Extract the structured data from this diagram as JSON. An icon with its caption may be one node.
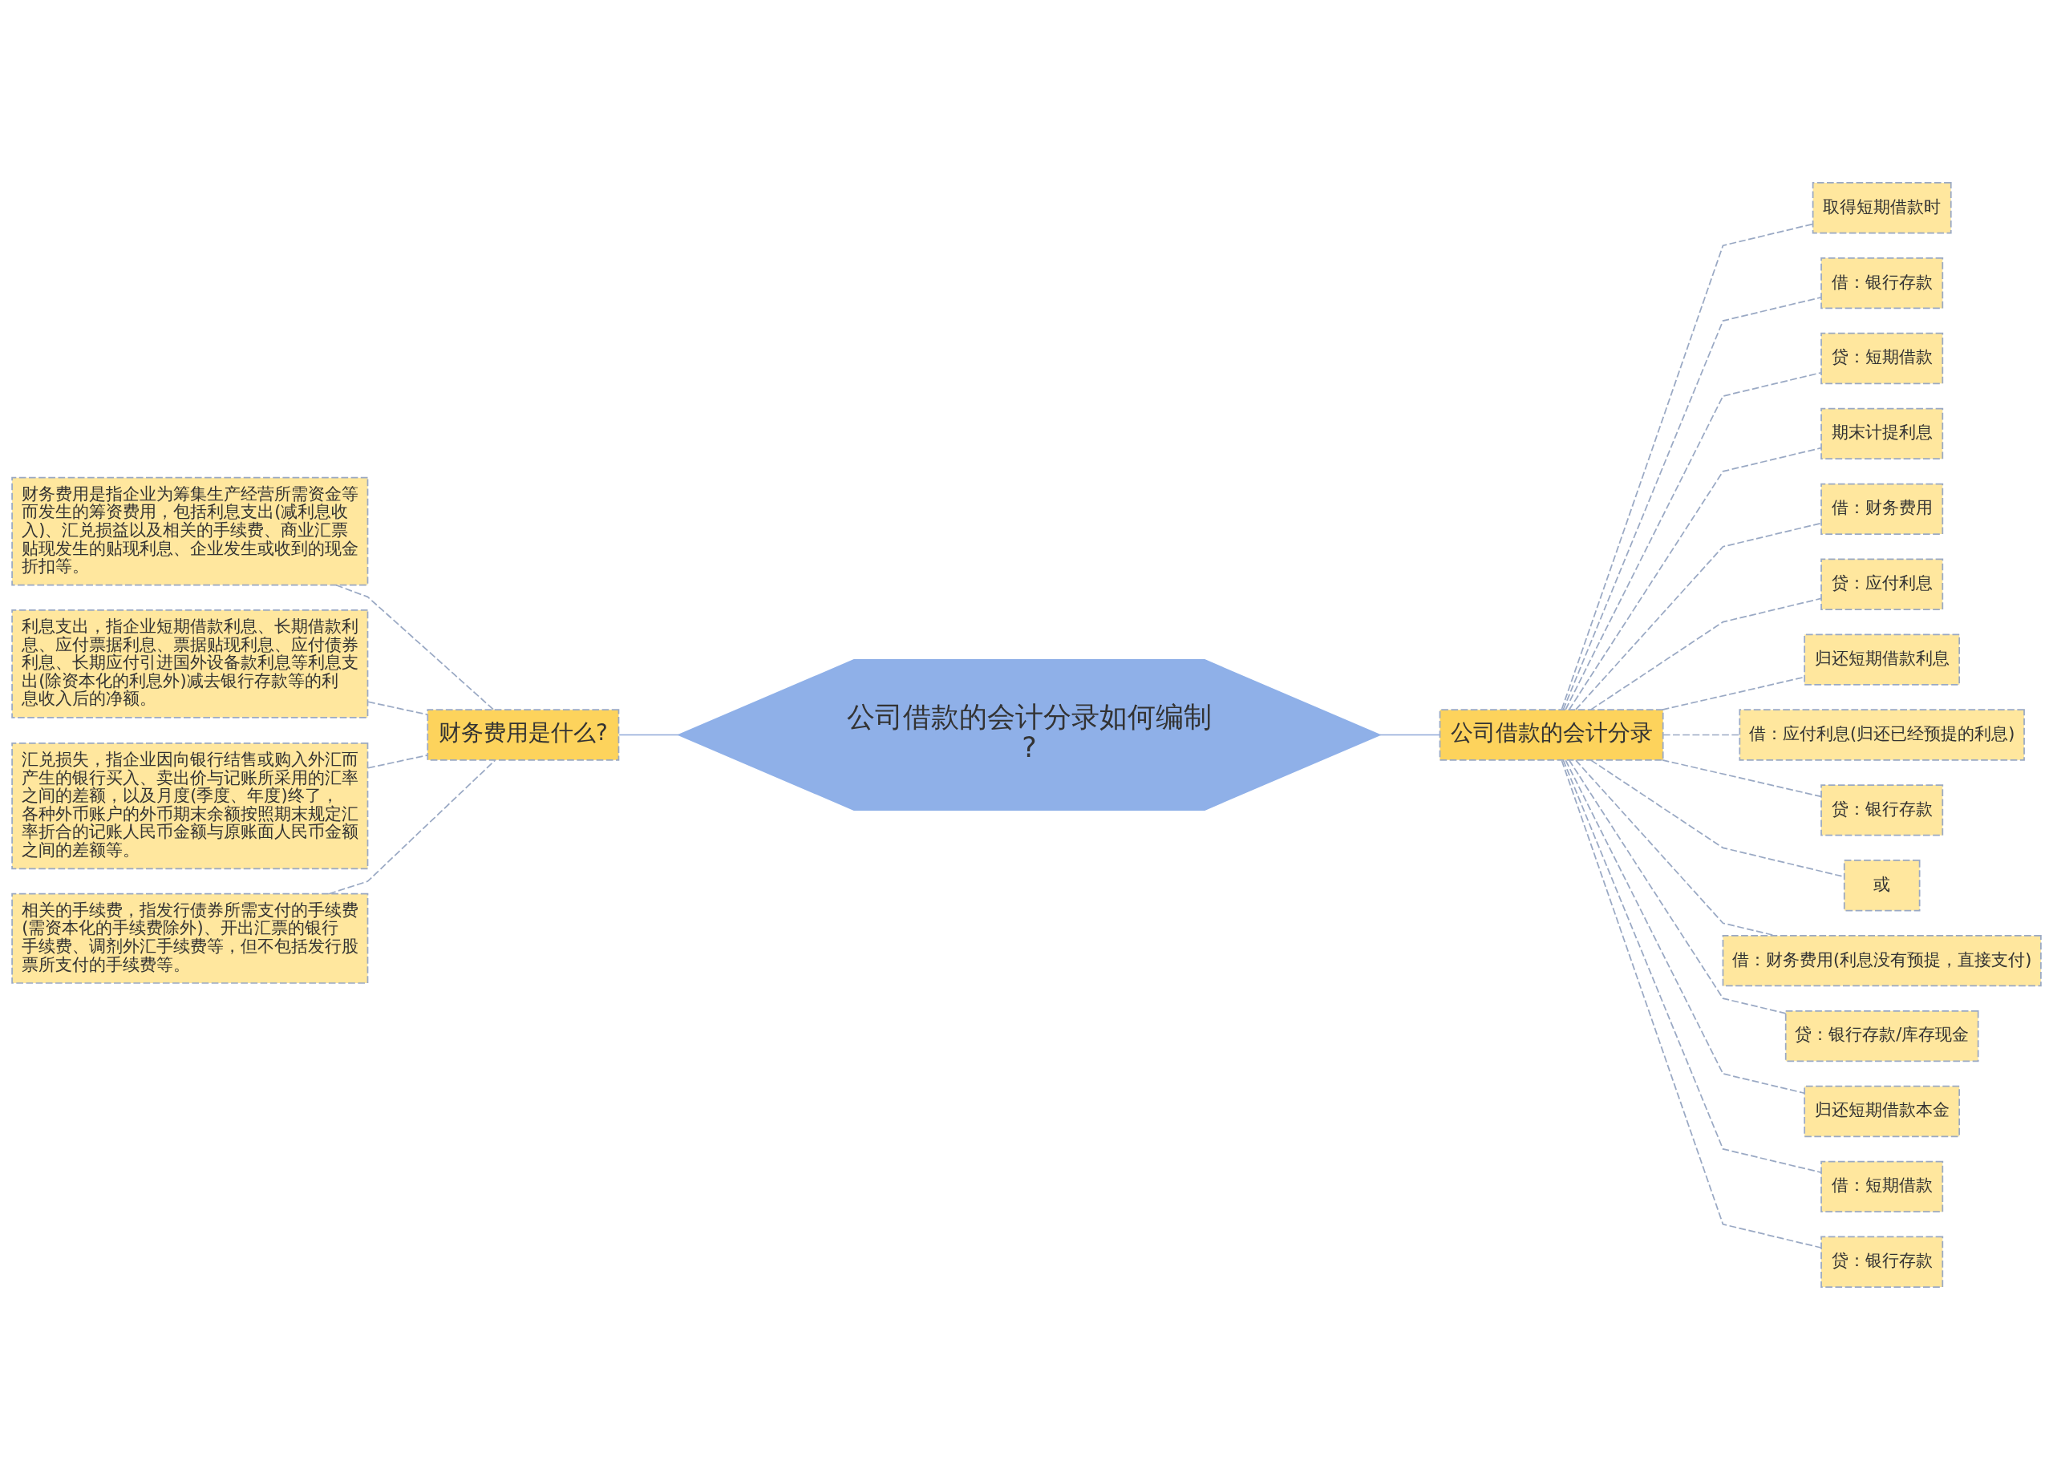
{
  "diagram": {
    "nodes": [
      {
        "text": [
          "公司借款的会计分录如何编制?"
        ]
      },
      {
        "text": [
          "财务费用是什么?"
        ]
      },
      {
        "text": [
          "财务费用是指企业为筹集生产经营所需资金等而发生的筹资费用，包括利息支出(减利息收入)、汇兑损益以及相关的手续费、商业汇票贴现发生的贴现利息、企业发生或收到的现金折扣等。"
        ]
      },
      {
        "text": [
          "利息支出，指企业短期借款利息、长期借款利息、应付票据利息、票据贴现利息、应付债券利息、长期应付引进国外设备款利息等利息支出(除资本化的利息外)减去银行存款等的利息收入后的净额。"
        ]
      },
      {
        "text": [
          "汇兑损失，指企业因向银行结售或购入外汇而产生的银行买入、卖出价与记账所采用的汇率之间的差额，以及月度(季度、年度)终了，各种外币账户的外币期末余额按照期末规定汇率折合的记账人民币金额与原账面人民币金额之间的差额等。"
        ]
      },
      {
        "text": [
          "相关的手续费，指发行债券所需支付的手续费(需资本化的手续费除外)、开出汇票的银行手续费、调剂外汇手续费等，但不包括发行股票所支付的手续费等。"
        ]
      },
      {
        "text": [
          "公司借款的会计分录"
        ]
      },
      {
        "text": [
          "取得短期借款时"
        ]
      },
      {
        "text": [
          "借：银行存款"
        ]
      },
      {
        "text": [
          "贷：短期借款"
        ]
      },
      {
        "text": [
          "期末计提利息"
        ]
      },
      {
        "text": [
          "借：财务费用"
        ]
      },
      {
        "text": [
          "贷：应付利息"
        ]
      },
      {
        "text": [
          "归还短期借款利息"
        ]
      },
      {
        "text": [
          "借：应付利息(归还已经预提的利息)"
        ]
      },
      {
        "text": [
          "贷：银行存款"
        ]
      },
      {
        "text": [
          "或"
        ]
      },
      {
        "text": [
          "借：财务费用(利息没有预提，直接支付)"
        ]
      },
      {
        "text": [
          "贷：银行存款/库存现金"
        ]
      },
      {
        "text": [
          "归还短期借款本金"
        ]
      },
      {
        "text": [
          "借：短期借款"
        ]
      },
      {
        "text": [
          "贷：银行存款"
        ]
      }
    ],
    "edges": [
      {
        "from": 0,
        "to": 1,
        "arrow": "none"
      },
      {
        "from": 1,
        "to": 2,
        "arrow": "none",
        "style": "dashed"
      },
      {
        "from": 1,
        "to": 3,
        "arrow": "none",
        "style": "dashed"
      },
      {
        "from": 1,
        "to": 4,
        "arrow": "none",
        "style": "dashed"
      },
      {
        "from": 1,
        "to": 5,
        "arrow": "none",
        "style": "dashed"
      },
      {
        "from": 0,
        "to": 6,
        "arrow": "none"
      },
      {
        "from": 6,
        "to": 7,
        "arrow": "none",
        "style": "dashed"
      },
      {
        "from": 6,
        "to": 8,
        "arrow": "none",
        "style": "dashed"
      },
      {
        "from": 6,
        "to": 9,
        "arrow": "none",
        "style": "dashed"
      },
      {
        "from": 6,
        "to": 10,
        "arrow": "none",
        "style": "dashed"
      },
      {
        "from": 6,
        "to": 11,
        "arrow": "none",
        "style": "dashed"
      },
      {
        "from": 6,
        "to": 12,
        "arrow": "none",
        "style": "dashed"
      },
      {
        "from": 6,
        "to": 13,
        "arrow": "none",
        "style": "dashed"
      },
      {
        "from": 6,
        "to": 14,
        "arrow": "none",
        "style": "dashed"
      },
      {
        "from": 6,
        "to": 15,
        "arrow": "none",
        "style": "dashed"
      },
      {
        "from": 6,
        "to": 16,
        "arrow": "none",
        "style": "dashed"
      },
      {
        "from": 6,
        "to": 17,
        "arrow": "none",
        "style": "dashed"
      },
      {
        "from": 6,
        "to": 18,
        "arrow": "none",
        "style": "dashed"
      },
      {
        "from": 6,
        "to": 19,
        "arrow": "none",
        "style": "dashed"
      },
      {
        "from": 6,
        "to": 20,
        "arrow": "none",
        "style": "dashed"
      },
      {
        "from": 6,
        "to": 21,
        "arrow": "none",
        "style": "dashed"
      }
    ]
  }
}
